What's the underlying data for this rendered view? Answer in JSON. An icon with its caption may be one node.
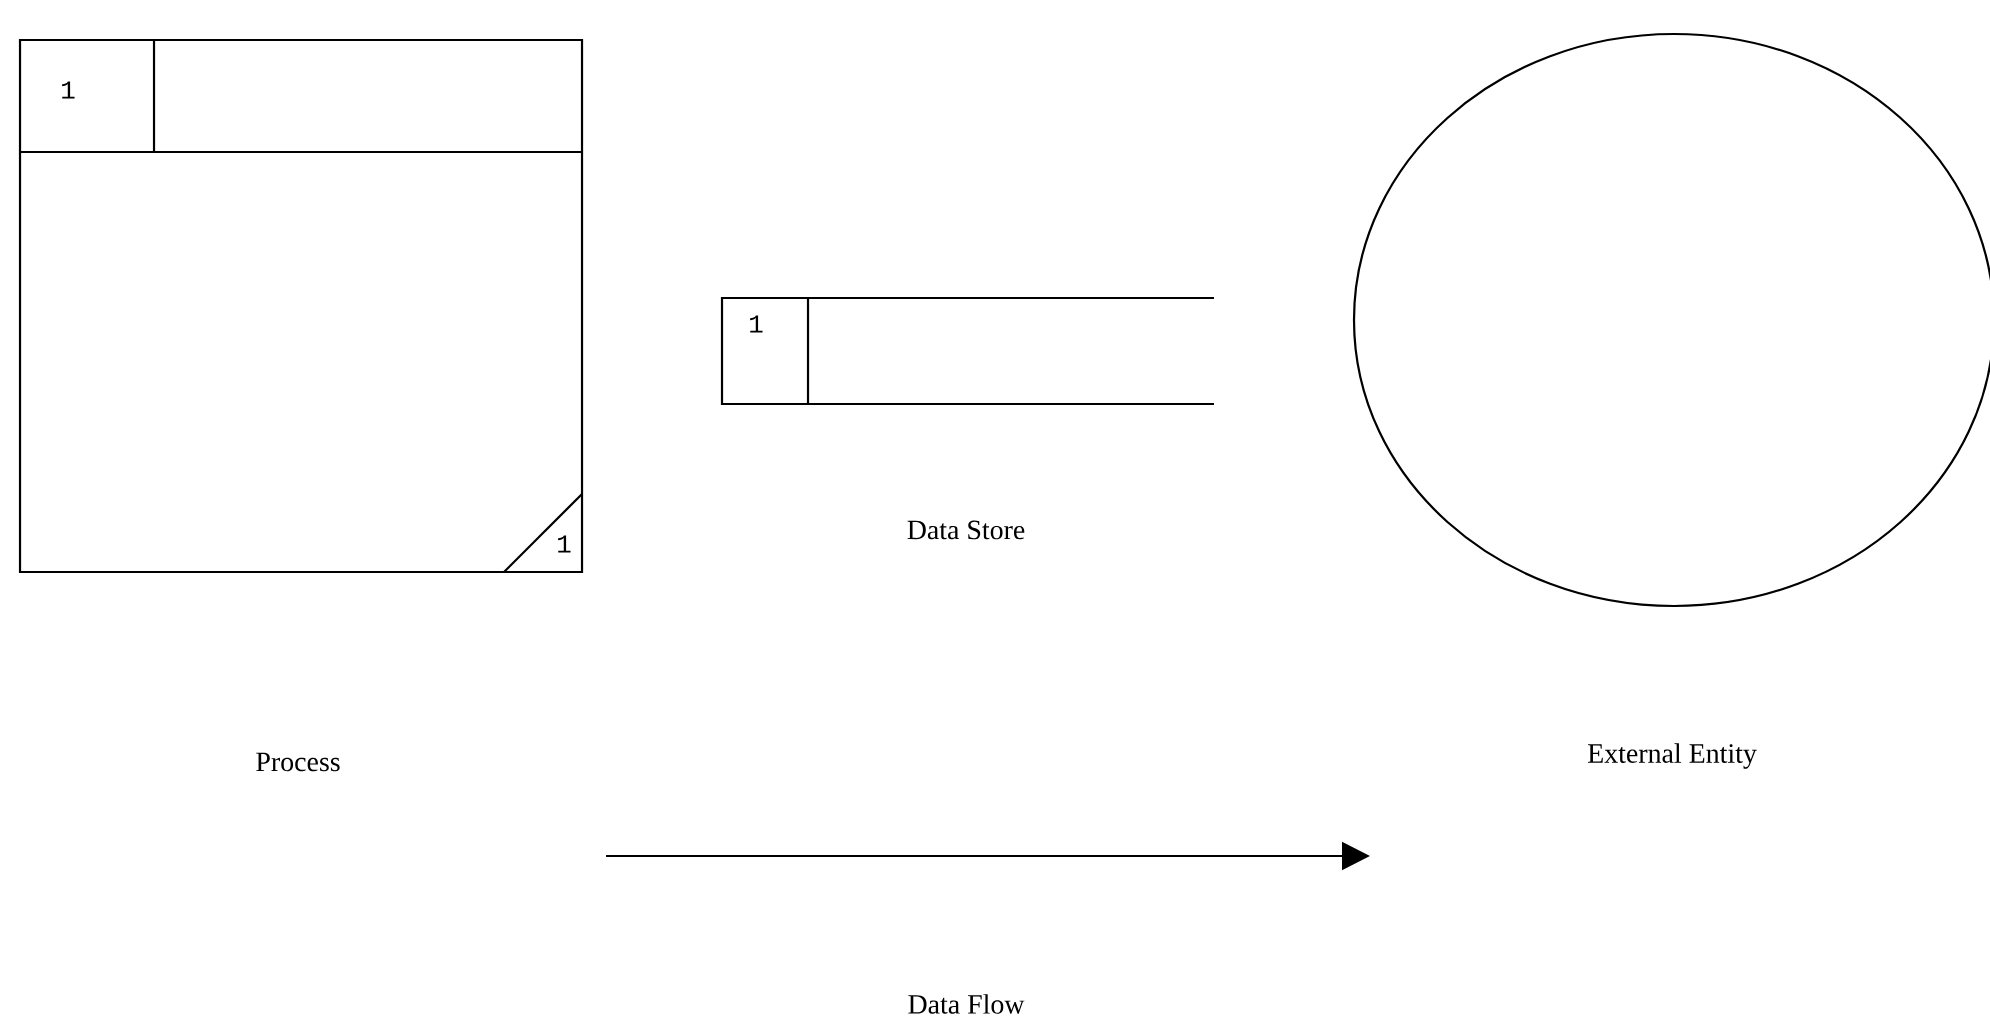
{
  "diagram": {
    "nodes": [
      {
        "text": [
          "1",
          "1"
        ]
      },
      {
        "text": [
          "1"
        ]
      },
      {
        "text": [],
        "shape": "circle"
      }
    ],
    "labels": [
      "Data Store",
      "External Entity",
      "Process",
      "Data Flow"
    ]
  }
}
